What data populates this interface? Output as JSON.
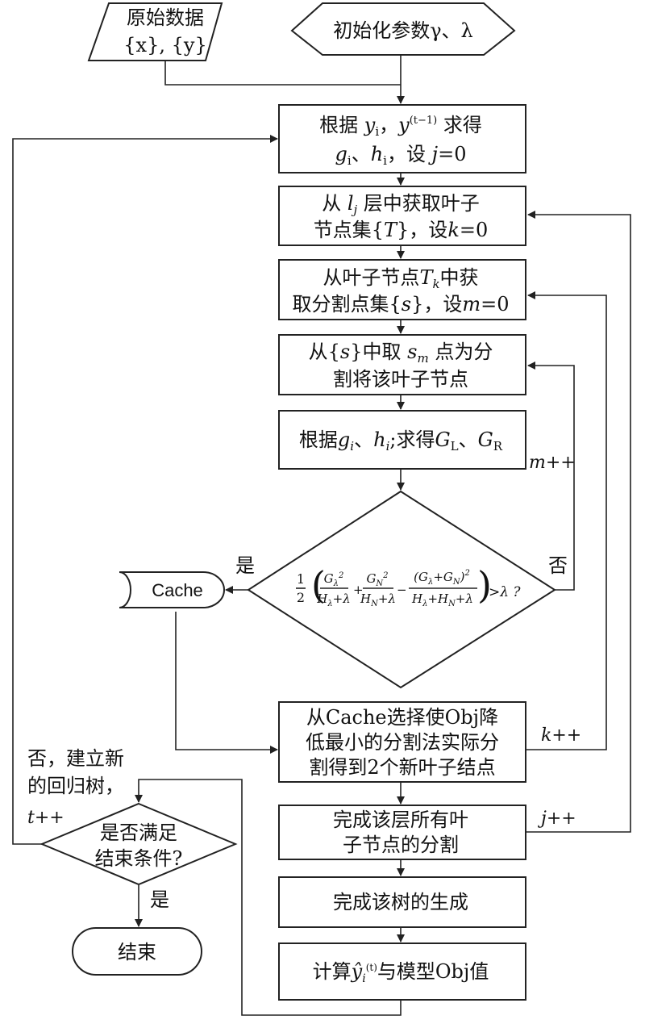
{
  "nodes": {
    "raw_data": {
      "line1": "原始数据",
      "line2": "{x}, {y}"
    },
    "init_params": {
      "label": "初始化参数γ、λ"
    },
    "compute_gh": {
      "line1_a": "根据 ",
      "y": "y",
      "sub_i": "i",
      "comma": "，",
      "y2": "y",
      "sup_t": "(t−1)",
      "line1_b": " 求得",
      "g": "g",
      "h": "h",
      "line2_mid": "、",
      "line2_b": "，设 ",
      "j": "j",
      "line2_c": "=0"
    },
    "get_leaves": {
      "line1_a": "从 ",
      "l": "l",
      "sub_j": "j",
      "line1_b": " 层中获取叶子",
      "line2_a": "节点集{",
      "T": "T",
      "line2_b": "}，设",
      "k": "k",
      "line2_c": "=0"
    },
    "get_splits": {
      "line1_a": "从叶子节点",
      "T": "T",
      "sub_k": "k",
      "line1_b": "中获",
      "line2_a": "取分割点集{",
      "s": "s",
      "line2_b": "}，设",
      "m": "m",
      "line2_c": "=0"
    },
    "take_split": {
      "line1_a": "从{",
      "s": "s",
      "line1_b": "}中取 ",
      "s2": "s",
      "sub_m": "m",
      "line1_c": " 点为分",
      "line2": "割将该叶子节点"
    },
    "compute_GLR": {
      "a": "根据",
      "g": "g",
      "b": "、",
      "h": "h",
      "c": ";求得",
      "G": "G",
      "sub_L": "L",
      "d": "、",
      "G2": "G",
      "sub_R": "R"
    },
    "decision": {
      "label": "½((G_λ²)/(H_λ+λ) + (G_N²)/(H_N+λ) − (G_λ+G_N)²/(H_λ+H_N+λ)) > λ ?"
    },
    "cache": {
      "label": "Cache"
    },
    "choose_split": {
      "line1": "从Cache选择使Obj降",
      "line2": "低最小的分割法实际分",
      "line3": "割得到2个新叶子结点"
    },
    "finish_layer": {
      "line1": "完成该层所有叶",
      "line2": "子节点的分割"
    },
    "finish_tree": {
      "label": "完成该树的生成"
    },
    "compute_obj": {
      "a": "计算",
      "y": "ŷ",
      "sub_i": "i",
      "sup_t": "(t)",
      "b": "与模型Obj值"
    },
    "end_check": {
      "line1": "是否满足",
      "line2": "结束条件?"
    },
    "end": {
      "label": "结束"
    }
  },
  "labels": {
    "yes_cache": "是",
    "no_loop": "否",
    "m_inc": "m++",
    "k_inc": "k++",
    "j_inc": "j++",
    "no_new_tree_1": "否，建立新",
    "no_new_tree_2": "的回归树，",
    "t_inc": "t++",
    "yes_end": "是"
  }
}
